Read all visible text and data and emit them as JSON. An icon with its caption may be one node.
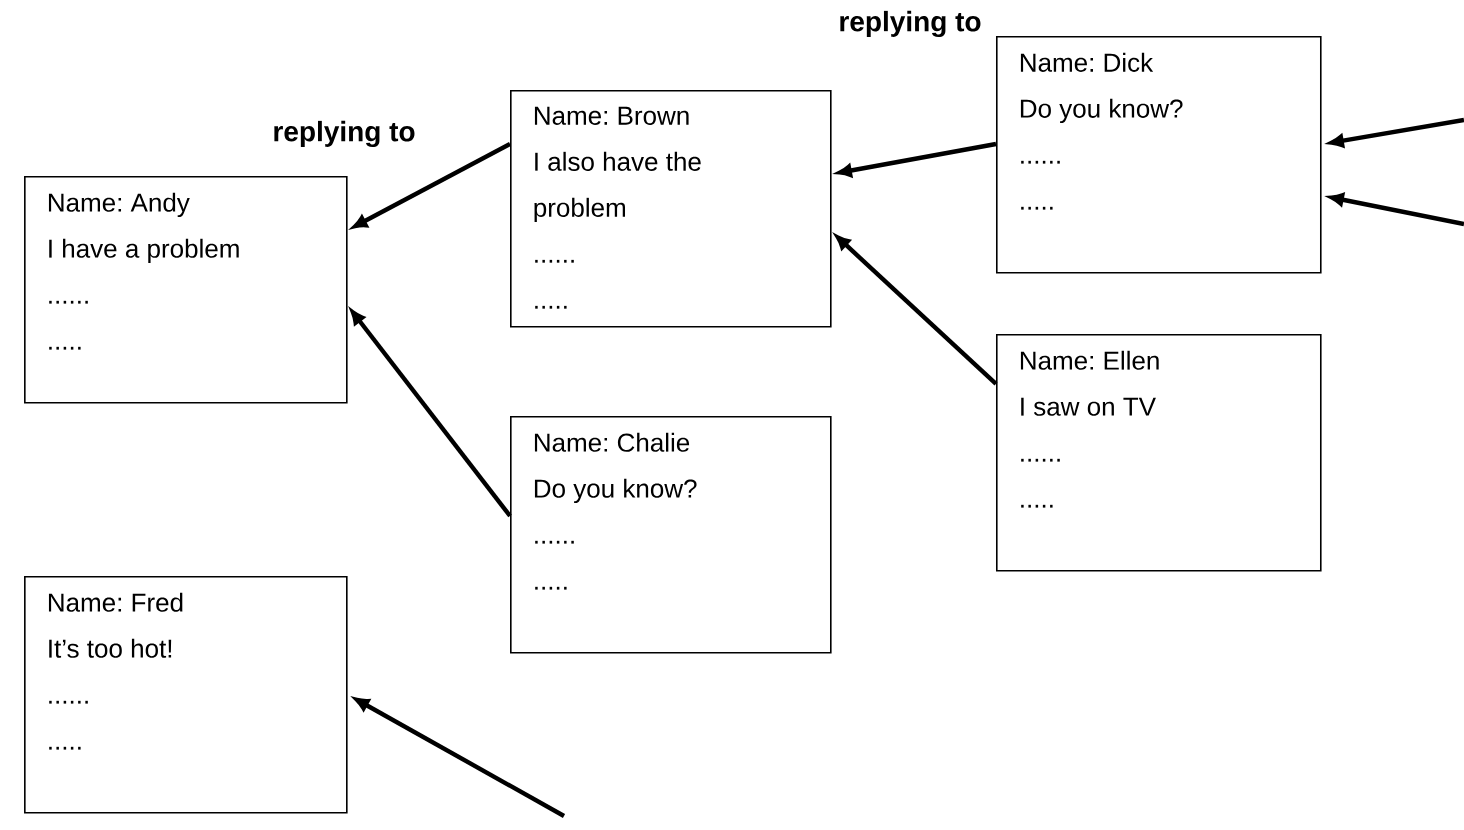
{
  "diagram": {
    "nodes": [
      {
        "text": [
          "Name: Andy",
          "I have a problem",
          "......",
          "....."
        ]
      },
      {
        "text": [
          "Name: Brown",
          "I also have the problem",
          "......",
          "....."
        ]
      },
      {
        "text": [
          "Name: Dick",
          "Do you know?",
          "......",
          "....."
        ]
      },
      {
        "text": [
          "Name: Chalie",
          "Do you know?",
          "......",
          "....."
        ]
      },
      {
        "text": [
          "Name: Ellen",
          "I saw on TV",
          "......",
          "....."
        ]
      },
      {
        "text": [
          "Name: Fred",
          "It’s too hot!",
          "......",
          "....."
        ]
      }
    ],
    "edges": [
      {
        "from": 1,
        "to": 0,
        "arrow": "to"
      },
      {
        "from": 3,
        "to": 0,
        "arrow": "to"
      },
      {
        "from": 2,
        "to": 1,
        "arrow": "to"
      },
      {
        "from": 4,
        "to": 1,
        "arrow": "to"
      },
      {
        "from": null,
        "to": 2,
        "arrow": "to"
      },
      {
        "from": null,
        "to": 2,
        "arrow": "to"
      },
      {
        "from": null,
        "to": 5,
        "arrow": "to"
      }
    ],
    "labels": [
      "replying to",
      "replying to"
    ]
  }
}
